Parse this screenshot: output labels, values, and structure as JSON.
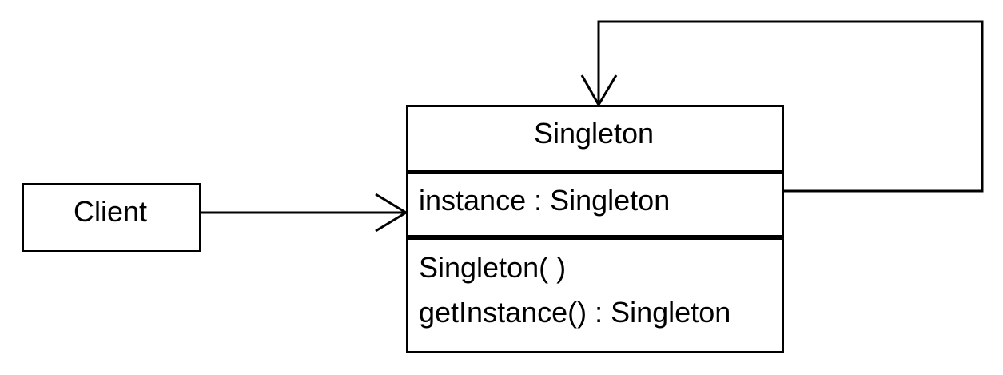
{
  "diagram": {
    "client": {
      "name": "Client"
    },
    "singleton_class": {
      "name": "Singleton",
      "attributes": [
        "instance : Singleton"
      ],
      "operations": [
        "Singleton( )",
        "getInstance() : Singleton"
      ]
    },
    "colors": {
      "stroke": "#000000",
      "background": "#ffffff"
    }
  }
}
